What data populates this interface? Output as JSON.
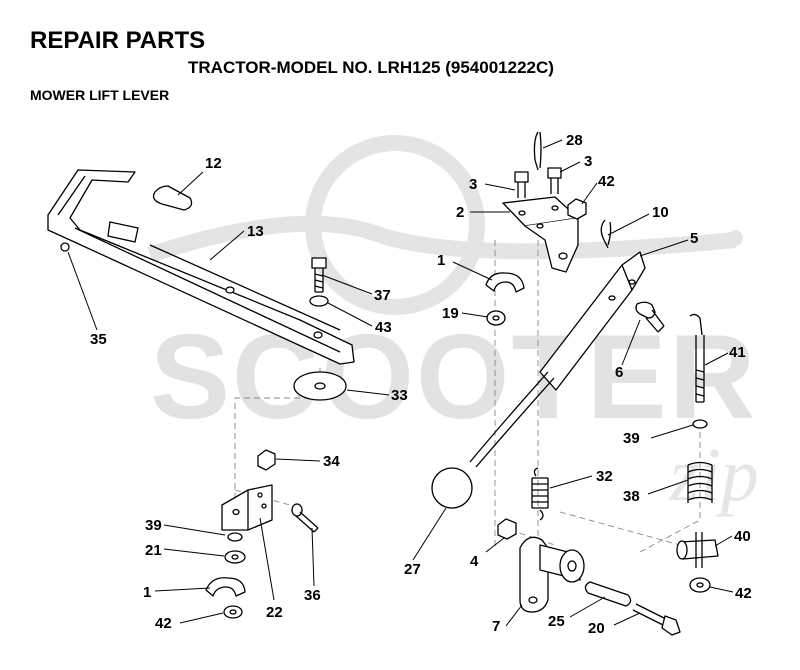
{
  "header": {
    "title": "REPAIR PARTS",
    "subtitle": "TRACTOR-MODEL NO. LRH125 (954001222C)",
    "section": "MOWER LIFT LEVER"
  },
  "watermark": {
    "text": "SCOOTER",
    "suffix": "zip",
    "color": "#e2e2e2"
  },
  "callouts": {
    "p28": "28",
    "p3a": "3",
    "p3b": "3",
    "p42a": "42",
    "p2": "2",
    "p10": "10",
    "p12": "12",
    "p13": "13",
    "p35": "35",
    "p37": "37",
    "p43": "43",
    "p33": "33",
    "p1a": "1",
    "p19": "19",
    "p5": "5",
    "p6": "6",
    "p41": "41",
    "p39a": "39",
    "p34": "34",
    "p32": "32",
    "p38": "38",
    "p39b": "39",
    "p21": "21",
    "p1b": "1",
    "p42b": "42",
    "p22": "22",
    "p36": "36",
    "p27": "27",
    "p4": "4",
    "p40": "40",
    "p42c": "42",
    "p7": "7",
    "p25": "25",
    "p20": "20"
  }
}
